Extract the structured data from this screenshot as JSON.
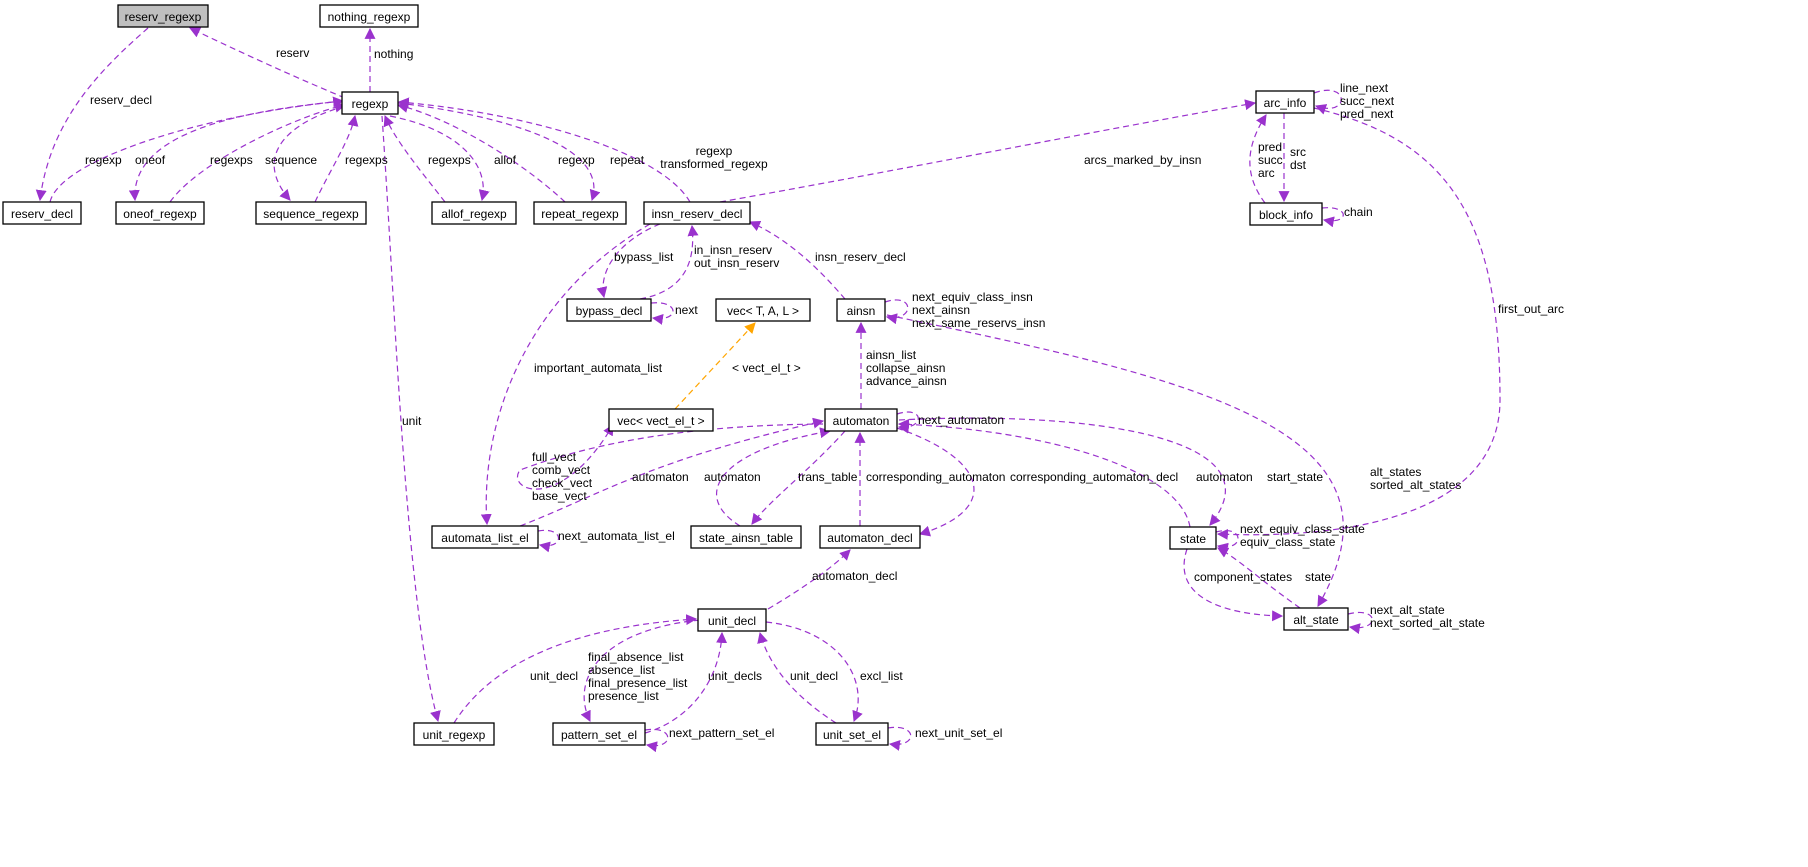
{
  "colors": {
    "edge": "#9a32cd",
    "template_edge": "#ffa500",
    "highlight_fill": "#bfbfbf",
    "border": "#000000"
  },
  "nodes": {
    "reserv_regexp": "reserv_regexp",
    "nothing_regexp": "nothing_regexp",
    "regexp": "regexp",
    "arc_info": "arc_info",
    "reserv_decl": "reserv_decl",
    "oneof_regexp": "oneof_regexp",
    "sequence_regexp": "sequence_regexp",
    "allof_regexp": "allof_regexp",
    "repeat_regexp": "repeat_regexp",
    "insn_reserv_decl": "insn_reserv_decl",
    "block_info": "block_info",
    "bypass_decl": "bypass_decl",
    "vec_tal": "vec< T, A, L >",
    "ainsn": "ainsn",
    "vec_vect": "vec< vect_el_t >",
    "automaton": "automaton",
    "automata_list_el": "automata_list_el",
    "state_ainsn_table": "state_ainsn_table",
    "automaton_decl": "automaton_decl",
    "state": "state",
    "unit_decl": "unit_decl",
    "alt_state": "alt_state",
    "unit_regexp": "unit_regexp",
    "pattern_set_el": "pattern_set_el",
    "unit_set_el": "unit_set_el"
  },
  "edges": [
    {
      "id": "e-reserv",
      "lines": [
        "reserv"
      ]
    },
    {
      "id": "e-nothing",
      "lines": [
        "nothing"
      ]
    },
    {
      "id": "e-reserv-decl",
      "lines": [
        "reserv_decl"
      ]
    },
    {
      "id": "e-regexp-rd",
      "lines": [
        "regexp"
      ]
    },
    {
      "id": "e-oneof",
      "lines": [
        "oneof"
      ]
    },
    {
      "id": "e-regexps-1",
      "lines": [
        "regexps"
      ]
    },
    {
      "id": "e-sequence",
      "lines": [
        "sequence"
      ]
    },
    {
      "id": "e-regexps-2",
      "lines": [
        "regexps"
      ]
    },
    {
      "id": "e-unit",
      "lines": [
        "unit"
      ]
    },
    {
      "id": "e-regexps-3",
      "lines": [
        "regexps"
      ]
    },
    {
      "id": "e-allof",
      "lines": [
        "allof"
      ]
    },
    {
      "id": "e-regexp-rr",
      "lines": [
        "regexp"
      ]
    },
    {
      "id": "e-repeat",
      "lines": [
        "repeat"
      ]
    },
    {
      "id": "e-regexp-ird",
      "lines": [
        "regexp",
        "transformed_regexp"
      ]
    },
    {
      "id": "e-arcs-marked",
      "lines": [
        "arcs_marked_by_insn"
      ]
    },
    {
      "id": "e-arc-self",
      "lines": [
        "line_next",
        "succ_next",
        "pred_next"
      ]
    },
    {
      "id": "e-pred-succ-arc",
      "lines": [
        "pred",
        "succ",
        "arc"
      ]
    },
    {
      "id": "e-src-dst",
      "lines": [
        "src",
        "dst"
      ]
    },
    {
      "id": "e-chain",
      "lines": [
        "chain"
      ]
    },
    {
      "id": "e-first-out-arc",
      "lines": [
        "first_out_arc"
      ]
    },
    {
      "id": "e-bypass-list",
      "lines": [
        "bypass_list"
      ]
    },
    {
      "id": "e-in-out-insn",
      "lines": [
        "in_insn_reserv",
        "out_insn_reserv"
      ]
    },
    {
      "id": "e-next",
      "lines": [
        "next"
      ]
    },
    {
      "id": "e-insn-reserv-decl",
      "lines": [
        "insn_reserv_decl"
      ]
    },
    {
      "id": "e-ainsn-self",
      "lines": [
        "next_equiv_class_insn",
        "next_ainsn",
        "next_same_reservs_insn"
      ]
    },
    {
      "id": "e-important",
      "lines": [
        "important_automata_list"
      ]
    },
    {
      "id": "e-vect-el",
      "lines": [
        "< vect_el_t >"
      ]
    },
    {
      "id": "e-ainsn-list",
      "lines": [
        "ainsn_list",
        "collapse_ainsn",
        "advance_ainsn"
      ]
    },
    {
      "id": "e-next-automaton",
      "lines": [
        "next_automaton"
      ]
    },
    {
      "id": "e-vects",
      "lines": [
        "full_vect",
        "comb_vect",
        "check_vect",
        "base_vect"
      ]
    },
    {
      "id": "e-automaton-1",
      "lines": [
        "automaton"
      ]
    },
    {
      "id": "e-automaton-2",
      "lines": [
        "automaton"
      ]
    },
    {
      "id": "e-trans-table",
      "lines": [
        "trans_table"
      ]
    },
    {
      "id": "e-corr-automaton",
      "lines": [
        "corresponding_automaton"
      ]
    },
    {
      "id": "e-corr-automaton-decl",
      "lines": [
        "corresponding_automaton_decl"
      ]
    },
    {
      "id": "e-automaton-3",
      "lines": [
        "automaton"
      ]
    },
    {
      "id": "e-start-state",
      "lines": [
        "start_state"
      ]
    },
    {
      "id": "e-alt-states",
      "lines": [
        "alt_states",
        "sorted_alt_states"
      ]
    },
    {
      "id": "e-next-ale",
      "lines": [
        "next_automata_list_el"
      ]
    },
    {
      "id": "e-state-self",
      "lines": [
        "next_equiv_class_state",
        "equiv_class_state"
      ]
    },
    {
      "id": "e-automaton-decl",
      "lines": [
        "automaton_decl"
      ]
    },
    {
      "id": "e-component-states",
      "lines": [
        "component_states"
      ]
    },
    {
      "id": "e-state",
      "lines": [
        "state"
      ]
    },
    {
      "id": "e-alt-self",
      "lines": [
        "next_alt_state",
        "next_sorted_alt_state"
      ]
    },
    {
      "id": "e-lists",
      "lines": [
        "final_absence_list",
        "absence_list",
        "final_presence_list",
        "presence_list"
      ]
    },
    {
      "id": "e-unit-decl-1",
      "lines": [
        "unit_decl"
      ]
    },
    {
      "id": "e-unit-decls",
      "lines": [
        "unit_decls"
      ]
    },
    {
      "id": "e-unit-decl-2",
      "lines": [
        "unit_decl"
      ]
    },
    {
      "id": "e-excl-list",
      "lines": [
        "excl_list"
      ]
    },
    {
      "id": "e-next-pse",
      "lines": [
        "next_pattern_set_el"
      ]
    },
    {
      "id": "e-next-use",
      "lines": [
        "next_unit_set_el"
      ]
    }
  ]
}
